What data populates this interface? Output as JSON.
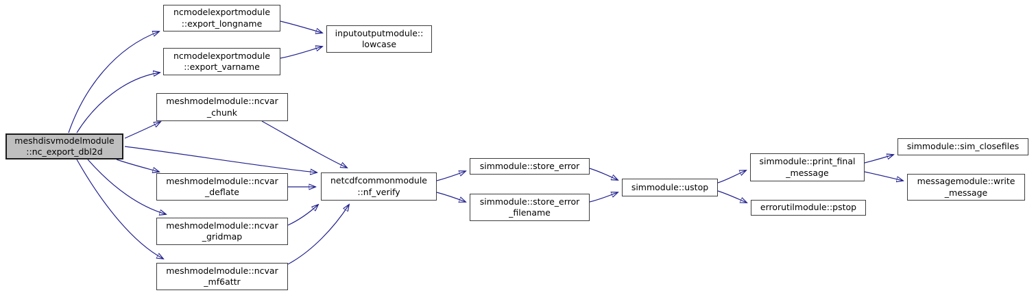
{
  "diagram": {
    "kind": "call-graph",
    "colors": {
      "edge": "#20208d",
      "node_border": "#3c3c3c",
      "node_fill": "#ffffff",
      "highlight_node_fill": "#bfbfbf",
      "text": "#000000",
      "background": "#ffffff"
    },
    "nodes": {
      "main": {
        "line1": "meshdisvmodelmodule",
        "line2": "::nc_export_dbl2d",
        "highlighted": true
      },
      "longname": {
        "line1": "ncmodelexportmodule",
        "line2": "::export_longname"
      },
      "varname": {
        "line1": "ncmodelexportmodule",
        "line2": "::export_varname"
      },
      "lowcase": {
        "line1": "inputoutputmodule::",
        "line2": "lowcase"
      },
      "chunk": {
        "line1": "meshmodelmodule::ncvar",
        "line2": "_chunk"
      },
      "deflate": {
        "line1": "meshmodelmodule::ncvar",
        "line2": "_deflate"
      },
      "gridmap": {
        "line1": "meshmodelmodule::ncvar",
        "line2": "_gridmap"
      },
      "mf6attr": {
        "line1": "meshmodelmodule::ncvar",
        "line2": "_mf6attr"
      },
      "nfverify": {
        "line1": "netcdfcommonmodule",
        "line2": "::nf_verify"
      },
      "storeerror": {
        "line1": "simmodule::store_error"
      },
      "storeerrfn": {
        "line1": "simmodule::store_error",
        "line2": "_filename"
      },
      "ustop": {
        "line1": "simmodule::ustop"
      },
      "printfinal": {
        "line1": "simmodule::print_final",
        "line2": "_message"
      },
      "pstop": {
        "line1": "errorutilmodule::pstop"
      },
      "closefiles": {
        "line1": "simmodule::sim_closefiles"
      },
      "writemsg": {
        "line1": "messagemodule::write",
        "line2": "_message"
      }
    },
    "edges": [
      {
        "from": "main",
        "to": "longname"
      },
      {
        "from": "main",
        "to": "varname"
      },
      {
        "from": "main",
        "to": "chunk"
      },
      {
        "from": "main",
        "to": "nfverify"
      },
      {
        "from": "main",
        "to": "deflate"
      },
      {
        "from": "main",
        "to": "gridmap"
      },
      {
        "from": "main",
        "to": "mf6attr"
      },
      {
        "from": "longname",
        "to": "lowcase"
      },
      {
        "from": "varname",
        "to": "lowcase"
      },
      {
        "from": "chunk",
        "to": "nfverify"
      },
      {
        "from": "deflate",
        "to": "nfverify"
      },
      {
        "from": "gridmap",
        "to": "nfverify"
      },
      {
        "from": "mf6attr",
        "to": "nfverify"
      },
      {
        "from": "nfverify",
        "to": "storeerror"
      },
      {
        "from": "nfverify",
        "to": "storeerrfn"
      },
      {
        "from": "storeerror",
        "to": "ustop"
      },
      {
        "from": "storeerrfn",
        "to": "ustop"
      },
      {
        "from": "ustop",
        "to": "printfinal"
      },
      {
        "from": "ustop",
        "to": "pstop"
      },
      {
        "from": "printfinal",
        "to": "closefiles"
      },
      {
        "from": "printfinal",
        "to": "writemsg"
      }
    ]
  }
}
